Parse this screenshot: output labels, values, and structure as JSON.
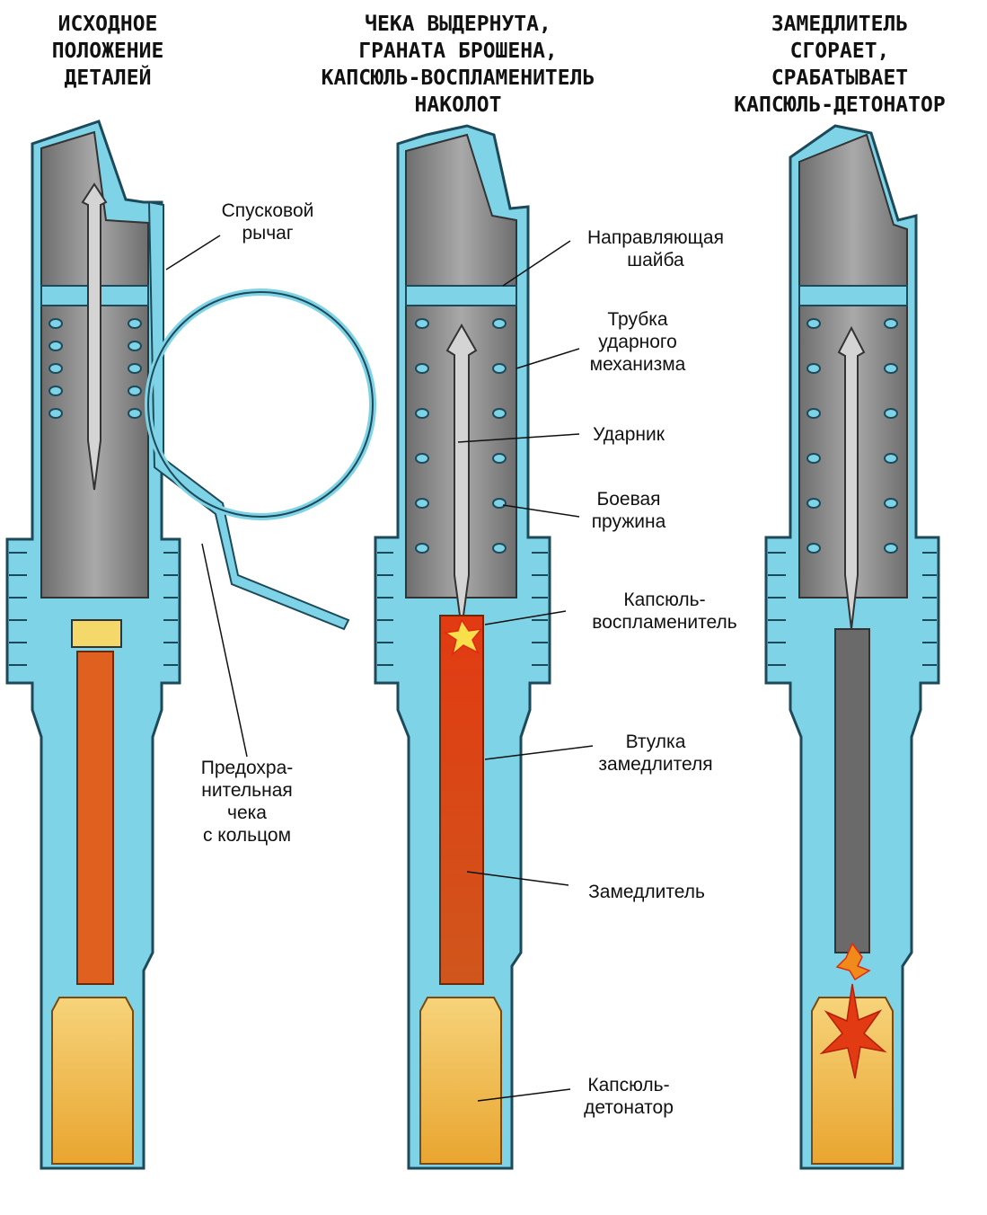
{
  "titles": {
    "stage1": "ИСХОДНОЕ\nПОЛОЖЕНИЕ\nДЕТАЛЕЙ",
    "stage2": "ЧЕКА ВЫДЕРНУТА,\nГРАНАТА БРОШЕНА,\nКАПСЮЛЬ-ВОСПЛАМЕНИТЕЛЬ\nНАКОЛОТ",
    "stage3": "ЗАМЕДЛИТЕЛЬ\nСГОРАЕТ,\nСРАБАТЫВАЕТ\nКАПСЮЛЬ-ДЕТОНАТОР"
  },
  "labels": {
    "trigger_lever": "Спусковой\nрычаг",
    "safety_pin": "Предохра-\nнительная\nчека\nс кольцом",
    "guide_washer": "Направляющая\nшайба",
    "firing_tube": "Трубка\nударного\nмеханизма",
    "striker": "Ударник",
    "mainspring": "Боевая\nпружина",
    "primer": "Капсюль-\nвоспламенитель",
    "delay_bushing": "Втулка\nзамедлителя",
    "delay": "Замедлитель",
    "detonator": "Капсюль-\nдетонатор"
  },
  "colors": {
    "body_blue": "#7fd3e6",
    "body_outline": "#1d4a5a",
    "interior_gray": "#8c8c8c",
    "interior_dark": "#5f5f5f",
    "delay_orange": "#e0601f",
    "primer_yellow": "#f4d86a",
    "detonator_yellow": "#f2b640",
    "flame_red": "#e02a10"
  }
}
